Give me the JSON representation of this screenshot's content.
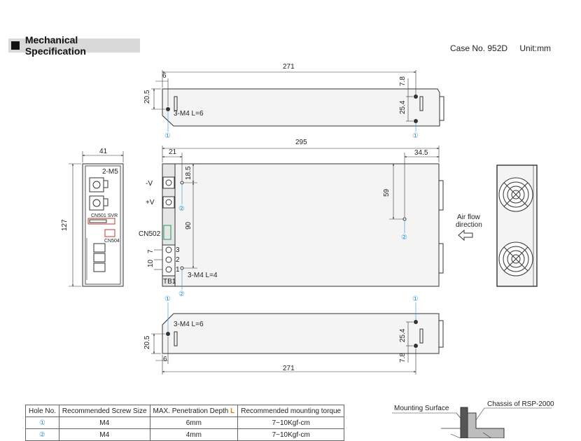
{
  "header": {
    "title": "Mechanical Specification",
    "case_no": "Case No. 952D",
    "unit": "Unit:mm"
  },
  "top_view": {
    "length": "271",
    "offset_left": "6",
    "height_left": "20.5",
    "hole_note": "3-M4  L=6",
    "dim_right_top": "7.8",
    "dim_right_mid": "25.4",
    "hole_marker_1": "①",
    "hole_marker_2": "①"
  },
  "side_view": {
    "width": "41",
    "height": "127",
    "screw_label": "2-M5",
    "connector_label": "CN501  SVR",
    "connector_cn504": "CN504"
  },
  "front_view": {
    "length": "295",
    "offset_left": "21",
    "offset_right": "34.5",
    "dim_18_5": "18.5",
    "dim_59": "59",
    "dim_90": "90",
    "dim_7": "7",
    "dim_10": "10",
    "label_minus_v": "-V",
    "label_plus_v": "+V",
    "label_cn502": "CN502",
    "terminal_3": "3",
    "terminal_2": "2",
    "terminal_1": "1",
    "terminal_block": "TB1",
    "hole_note": "3-M4  L=4",
    "hole_marker_a": "②",
    "hole_marker_b": "②",
    "hole_marker_c": "②"
  },
  "bottom_view": {
    "length": "271",
    "offset_left": "6",
    "height_left": "20.5",
    "hole_note": "3-M4  L=6",
    "dim_right_top": "25.4",
    "dim_right_bottom": "7.8",
    "hole_marker_1": "①",
    "hole_marker_2": "①"
  },
  "airflow": {
    "line1": "Air flow",
    "line2": "direction"
  },
  "mounting": {
    "surface_label": "Mounting Surface",
    "chassis_label": "Chassis of RSP-2000"
  },
  "table": {
    "headers": [
      "Hole No.",
      "Recommended Screw Size",
      "MAX. Penetration Depth",
      "Recommended mounting torque"
    ],
    "depth_suffix": "L",
    "rows": [
      {
        "hole": "①",
        "screw": "M4",
        "depth": "6mm",
        "torque": "7~10Kgf-cm"
      },
      {
        "hole": "②",
        "screw": "M4",
        "depth": "4mm",
        "torque": "7~10Kgf-cm"
      }
    ]
  },
  "colors": {
    "accent_orange": "#e07b00",
    "marker_blue": "#2a8fd0",
    "line": "#333333",
    "fill_gray": "#f4f4f4"
  }
}
